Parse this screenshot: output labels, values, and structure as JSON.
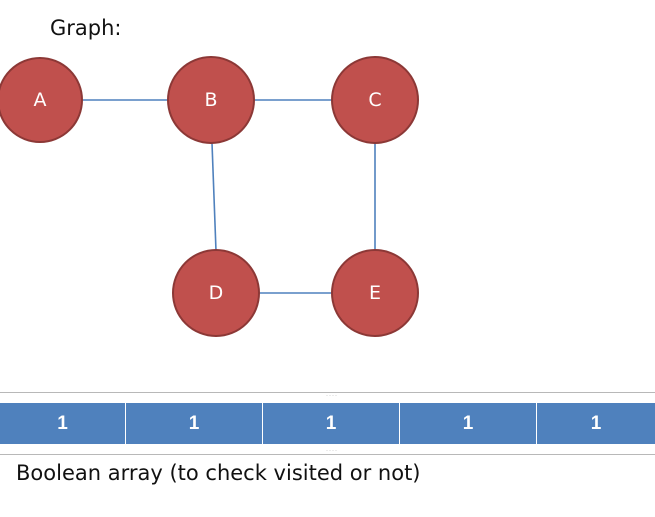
{
  "graph": {
    "title": "Graph:",
    "nodes": [
      {
        "id": "A",
        "label": "A"
      },
      {
        "id": "B",
        "label": "B"
      },
      {
        "id": "C",
        "label": "C"
      },
      {
        "id": "D",
        "label": "D"
      },
      {
        "id": "E",
        "label": "E"
      }
    ],
    "edges": [
      [
        "A",
        "B"
      ],
      [
        "B",
        "C"
      ],
      [
        "B",
        "D"
      ],
      [
        "C",
        "E"
      ],
      [
        "D",
        "E"
      ]
    ],
    "colors": {
      "node_fill": "#c0504d",
      "node_stroke": "#8c3836",
      "edge": "#4f81bd"
    }
  },
  "array": {
    "values": [
      "1",
      "1",
      "1",
      "1",
      "1"
    ],
    "caption": "Boolean array (to check visited or not)",
    "color": "#4f81bd"
  }
}
